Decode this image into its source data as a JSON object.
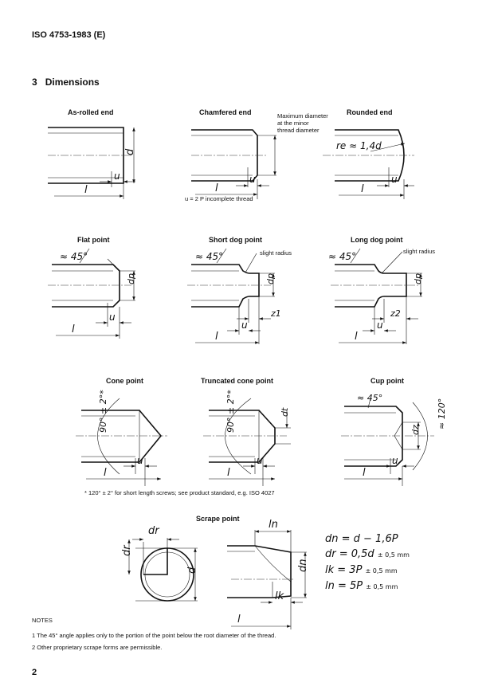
{
  "header": {
    "doc_id": "ISO 4753-1983 (E)"
  },
  "section": {
    "number": "3",
    "title": "Dimensions"
  },
  "figures": {
    "as_rolled": {
      "title": "As-rolled end",
      "d": "d",
      "u": "u",
      "l": "l"
    },
    "chamfered": {
      "title": "Chamfered end",
      "note": [
        "Maximum diameter",
        "at the minor",
        "thread diameter"
      ],
      "u": "u",
      "l": "l",
      "caption": "u = 2 P incomplete thread"
    },
    "rounded": {
      "title": "Rounded end",
      "re": "re ≈ 1,4d",
      "u": "u",
      "l": "l"
    },
    "flat": {
      "title": "Flat point",
      "angle": "≈ 45°",
      "dp": "dp",
      "u": "u",
      "l": "l"
    },
    "short_dog": {
      "title": "Short dog point",
      "angle": "≈ 45°",
      "radius": "slight radius",
      "dp": "dp",
      "z": "z1",
      "u": "u",
      "l": "l"
    },
    "long_dog": {
      "title": "Long dog point",
      "angle": "≈ 45°",
      "radius": "slight radius",
      "dp": "dp",
      "z": "z2",
      "u": "u",
      "l": "l"
    },
    "cone": {
      "title": "Cone point",
      "angle": "90° ± 2°*",
      "u": "u",
      "l": "l"
    },
    "truncated": {
      "title": "Truncated cone point",
      "angle": "90° ± 2°*",
      "dt": "dt",
      "u": "u",
      "l": "l"
    },
    "cup": {
      "title": "Cup point",
      "angle": "≈ 45°",
      "angle2": "≈ 120°",
      "dz": "dz",
      "u": "u",
      "l": "l"
    },
    "scrape": {
      "title": "Scrape point",
      "dr": "dr",
      "d": "d",
      "ln": "ln",
      "dn": "dn",
      "lk": "lk",
      "l": "l"
    }
  },
  "footnote": "* 120° ± 2° for short length screws; see product standard, e.g. ISO 4027",
  "formulas": [
    {
      "expr": "dn = d − 1,6P",
      "tol": ""
    },
    {
      "expr": "dr = 0,5d",
      "tol": "± 0,5 mm"
    },
    {
      "expr": "lk = 3P",
      "tol": "± 0,5 mm"
    },
    {
      "expr": "ln = 5P",
      "tol": "± 0,5 mm"
    }
  ],
  "notes": {
    "heading": "NOTES",
    "items": [
      "1  The 45° angle applies only to the portion of the point below the root diameter of the thread.",
      "2  Other proprietary scrape forms are permissible."
    ]
  },
  "page_number": "2"
}
